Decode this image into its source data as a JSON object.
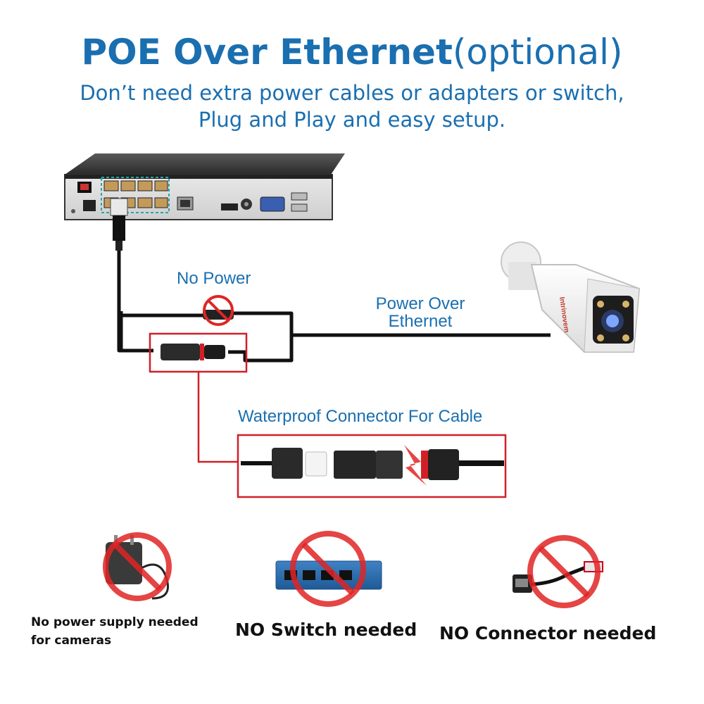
{
  "header": {
    "title_bold": "POE Over Ethernet",
    "title_light": "(optional)",
    "subtitle_line1": "Don’t need extra power cables or adapters or switch,",
    "subtitle_line2": "Plug and Play and easy setup."
  },
  "labels": {
    "no_power": "No Power",
    "poe_line1": "Power Over",
    "poe_line2": "Ethernet",
    "waterproof": "Waterproof Connector For Cable",
    "camera_brand": "Intrinovem"
  },
  "captions": {
    "power_line1": "No power supply needed",
    "power_line2": "for cameras",
    "switch": "NO Switch needed",
    "connector": "NO Connector needed"
  },
  "colors": {
    "accent_blue": "#1a6fb0",
    "prohibit_red": "#e02424",
    "highlight_red": "#d21f26"
  },
  "icons": [
    "nvr-recorder",
    "bullet-camera",
    "waterproof-connector",
    "power-adapter-icon",
    "network-switch-icon",
    "poe-splitter-icon",
    "prohibited-icon"
  ]
}
